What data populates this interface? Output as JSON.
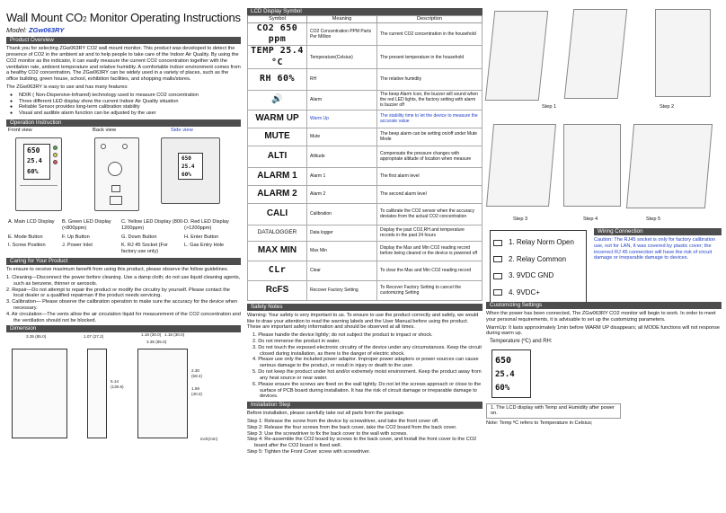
{
  "header": {
    "title": "Wall Mount CO",
    "title_sub": "2",
    "title_rest": " Monitor Operating Instructions",
    "model_label": "Model: ",
    "model_value": "ZGw063RY"
  },
  "product_overview": {
    "heading": "Product Overview",
    "para1": "Thank you for selecting ZGw063RY CO2 wall mount monitor. This product was developed to detect the presence of CO2 in the ambient air and to help people to take care of the Indoor Air Quality. By using the CO2 monitor as the indicator, it can easily measure the current CO2 concentration together with the ventilation rate, ambient temperature and relative humidity. A comfortable indoor environment comes from a healthy CO2 concentration. The ZGw063RY can be widely used in a variety of places, such as the office building, green house, school, exhibition facilities, and shopping malls/stores.",
    "para2": "The ZGw063RY is easy to use and has many features:",
    "features": [
      "NDIR ( Non-Dispersive-Infrared) technology used to measure CO2 concentration",
      "Three different LED display show the current Indoor Air Quality situation",
      "Reliable Sensor provides long-term calibration stability",
      "Visual and audible alarm function can be adjusted by the user"
    ]
  },
  "operation": {
    "heading": "Operation Instruction",
    "front_view": "Front view",
    "back_view": "Back view",
    "side_view": "Side view",
    "lcd_lines": [
      "650",
      "25.4",
      "60%"
    ],
    "parts": [
      "A. Main LCD Display",
      "B. Green LED Display (<800ppm)",
      "C. Yellow LED Display (800-1200ppm)",
      "D. Red LED Display (>1200ppm)",
      "E. Mode Button",
      "F. Up Button",
      "G. Down Button",
      "H. Enter Button",
      "I. Screw Position",
      "J. Power Inlet",
      "K. RJ 45 Socket (For factory use only)",
      "L. Gas Entry Hole"
    ]
  },
  "caring": {
    "heading": "Caring for Your Product",
    "intro": "To ensure to receive maximum benefit from using this product, please observe the follow guidelines.",
    "items": [
      "1. Cleaning—Disconnect the power before cleaning. Use a damp cloth; do not use liquid cleaning agents, such as benzene, thinner or aerosols.",
      "2. Repair—Do not attempt to repair the product or modify the circuitry by yourself. Please contact the local dealer or a qualified repairman if the product needs servicing.",
      "3. Calibration— Please observe the calibration operation to make sure the accuracy for the device when necessary.",
      "4. Air circulation—The vents allow the air circulation liquid for measurement of the CO2 concentration and the ventilation should not be blocked."
    ]
  },
  "dimension": {
    "heading": "Dimension",
    "labels": [
      "3.35 (85.0)",
      "1.07 (27.2)",
      "1.18 (30.0)",
      "1.18 (30.0)",
      "5.14 (130.6)",
      "2.30 (58.4)",
      "3.35 (85.0)",
      "1.59 (40.3)"
    ],
    "unit_note": "inch(mm)"
  },
  "lcd_symbol": {
    "heading": "LCD Display Symbol",
    "columns": [
      "Symbol",
      "Meaning",
      "Description"
    ],
    "rows": [
      {
        "symbol": "CO2 650 ppm",
        "meaning": "CO2 Concentration PPM Parts Per Million",
        "description": "The current CO2 concentration in the household"
      },
      {
        "symbol": "TEMP 25.4 °C",
        "meaning": "Temperature(Celsius)",
        "description": "The present temperature in the household"
      },
      {
        "symbol": "RH 60%",
        "meaning": "RH",
        "description": "The relative humidity"
      },
      {
        "symbol": "🔊",
        "meaning": "Alarm",
        "description": "The beep Alarm Icon, the buzzer will sound when the red LED lights, the factory setting with alarm is buzzer off"
      },
      {
        "symbol": "WARM UP",
        "meaning": "Warm Up",
        "description": "The stability time to let the device to measure the accurate value"
      },
      {
        "symbol": "MUTE",
        "meaning": "Mute",
        "description": "The beep alarm can be setting on/off under Mute Mode"
      },
      {
        "symbol": "ALTI",
        "meaning": "Altitude",
        "description": "Compensate the pressure changes with appropriate altitude of location when measure"
      },
      {
        "symbol": "ALARM 1",
        "meaning": "Alarm 1",
        "description": "The first alarm level"
      },
      {
        "symbol": "ALARM 2",
        "meaning": "Alarm 2",
        "description": "The second alarm level"
      },
      {
        "symbol": "CALI",
        "meaning": "Calibration",
        "description": "To calibrate the CO2 sensor when the accuracy deviates from the actual CO2 concentration"
      },
      {
        "symbol": "DATALOGGER",
        "meaning": "Data logger",
        "description": "Display the past CO2,RH and temperature records in the past 24 hours"
      },
      {
        "symbol": "MAX MIN",
        "meaning": "Max Min",
        "description": "Display the Max and Min CO2 reading record before being cleared or the device is powered off"
      },
      {
        "symbol": "CLr",
        "meaning": "Clear",
        "description": "To clear the Max and Min CO2 reading record"
      },
      {
        "symbol": "RcFS",
        "meaning": "Recover Factory Setting",
        "description": "To Recover Factory Setting to cancel the customizing Setting"
      }
    ]
  },
  "safety": {
    "heading": "Safety Notes",
    "intro": "Warning: Your safety is very important to us. To ensure to use the product correctly and safely, we would like to draw your attention to read the warning labels and the User Manual before using the product. These are important safety information and should be observed at all times.",
    "items": [
      "1. Please handle the device lightly; do not subject the product to impact or shock.",
      "2. Do not immerse the product in water.",
      "3. Do not touch the exposed electronic circuitry of the device under any circumstances. Keep the circuit closed during installation, as there is the danger of electric shock.",
      "4. Please use only the included power adaptor. Improper power adaptors or power sources can cause serious damage to the product, or result in injury or death to the user.",
      "5. Do not keep the product under hot and/or extremely moist environment. Keep the product away from any heat source or near water.",
      "6. Please ensure the screws are fixed on the wall tightly. Do not let the screws approach or close to the surface of PCB board during installation. It has the risk of circuit damage or irreparable damage to devices."
    ]
  },
  "installation": {
    "heading": "Installation Step",
    "intro": "Before installation, please carefully take out all parts from the package.",
    "steps": [
      "Step 1: Release the screw from the device by screwdriver, and take the front cover off.",
      "Step 2: Release the four screws from the back cover, take the CO2 board from the back cover.",
      "Step 3: Use the screwdriver to fix the back cover to the wall with screws.",
      "Step 4: Re-assemble the CO2 board by screws to the back cover, and Install the front cover to the CO2 board after the CO2 board is fixed well.",
      "Step 5: Tighten the Front Cover screw with screwdriver."
    ]
  },
  "steps_fig": {
    "labels": [
      "Step 1",
      "Step 2",
      "Step 3",
      "Step 4",
      "Step 5"
    ]
  },
  "wiring": {
    "terminals": [
      "1. Relay Norm Open",
      "2. Relay Common",
      "3. 9VDC GND",
      "4. 9VDC+"
    ],
    "heading": "Wiring Connection",
    "caution": "Caution: The RJ45 socket is only for factory calibration use, not for LAN, It was covered by plastic cover; the incorrect RJ 45 connection will have the risk of circuit damage or irreparable damage to devices."
  },
  "customizing": {
    "heading": "Customizing Settings",
    "para": "When the power has been connected, The ZGw063RY CO2 monitor will begin to work. In order to meet your personal requirements, it is advisable to set up the customizing parameters.",
    "warmup": "WarmUp: It lasts approximately 1min before WARM UP disappears; all MODE functions will not response during warm up.",
    "temp_label": "Temperature (ºC) and RH:",
    "lcd_lines": [
      "650",
      "25.4",
      "60%"
    ],
    "note1": "1. The LCD display with Temp and Humidity after power on.",
    "note2": "Note: Temp ºC refers to Temperature in Celsius;"
  },
  "colors": {
    "bar": "#4d4d4d",
    "accent_blue": "#1f3fc8"
  }
}
